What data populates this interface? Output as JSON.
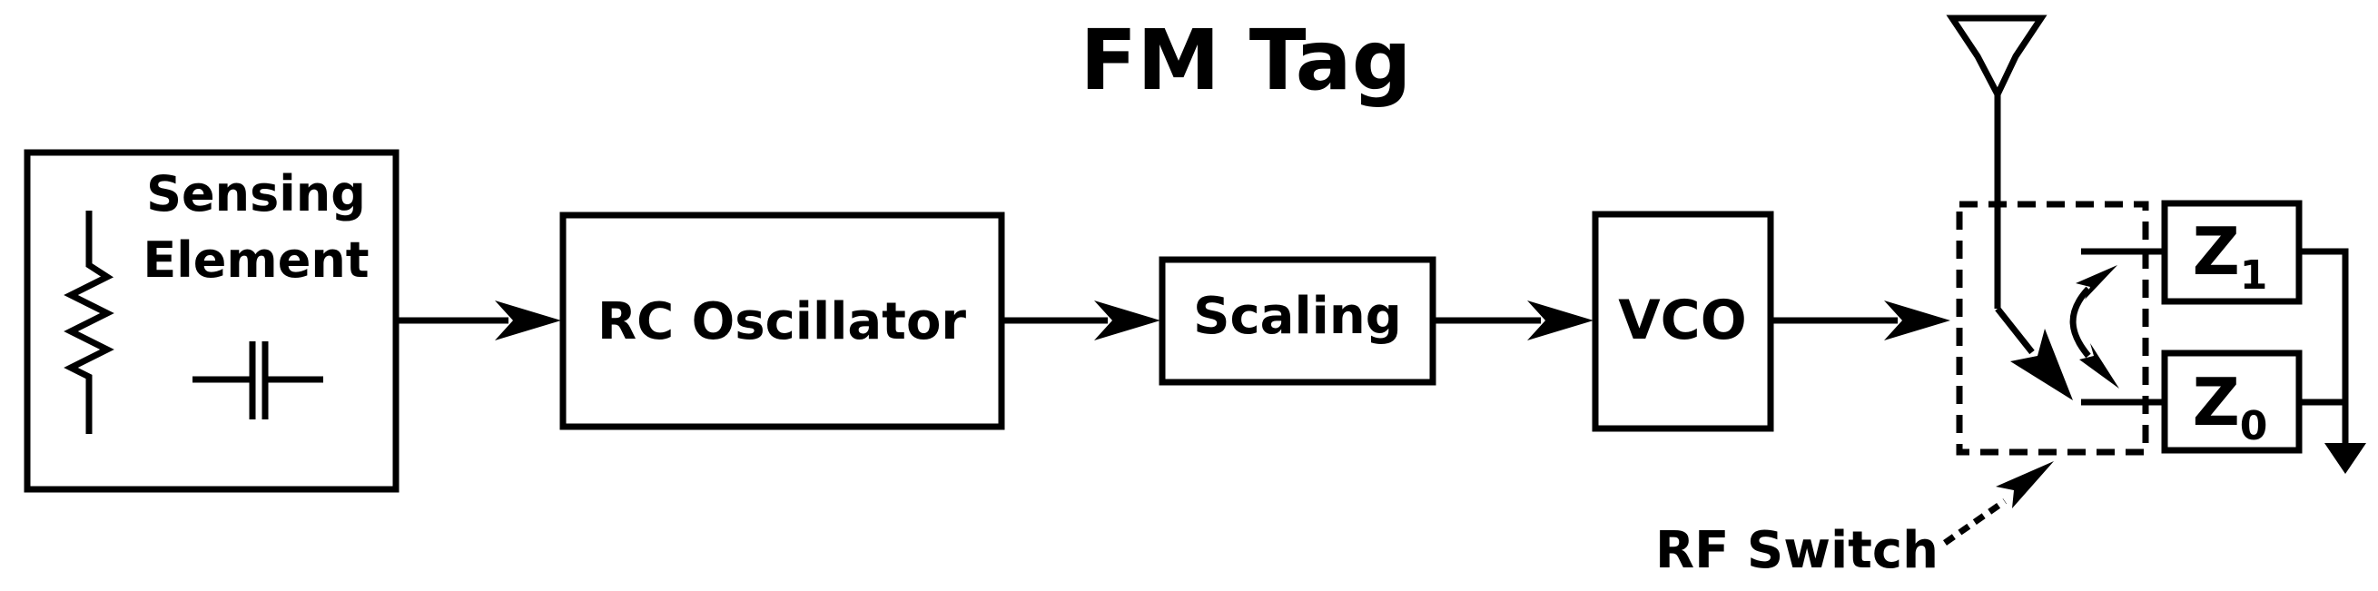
{
  "title": "FM Tag",
  "blocks": {
    "sensing_element_line1": "Sensing",
    "sensing_element_line2": "Element",
    "rc_oscillator": "RC Oscillator",
    "scaling": "Scaling",
    "vco": "VCO"
  },
  "impedances": {
    "z1_main": "Z",
    "z1_sub": "1",
    "z0_main": "Z",
    "z0_sub": "0"
  },
  "rf_switch_label": "RF Switch",
  "colors": {
    "stroke": "#000000",
    "background": "#ffffff"
  }
}
